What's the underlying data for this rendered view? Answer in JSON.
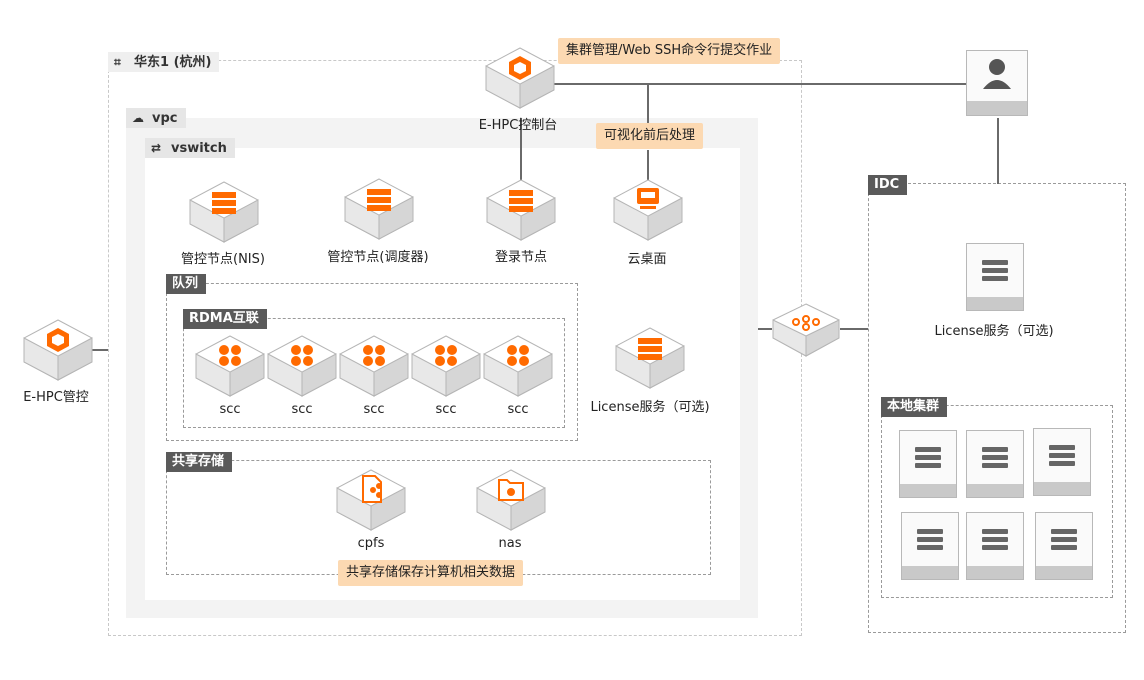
{
  "colors": {
    "accent": "#ff6a00",
    "tag_dark": "#5a5a5a",
    "note_bg": "#fcd9b2"
  },
  "region": {
    "label": "华东1 (杭州)",
    "icon": "region-icon"
  },
  "vpc": {
    "label": "vpc",
    "icon": "cloud-icon"
  },
  "vswitch": {
    "label": "vswitch",
    "icon": "switch-arrows-icon"
  },
  "queue": {
    "label": "队列"
  },
  "rdma": {
    "label": "RDMA互联"
  },
  "storage": {
    "label": "共享存储"
  },
  "idc": {
    "label": "IDC"
  },
  "local_cluster": {
    "label": "本地集群"
  },
  "nodes": {
    "console": "E-HPC控制台",
    "hpc_manage": "E-HPC管控",
    "nis": "管控节点(NIS)",
    "scheduler": "管控节点(调度器)",
    "login": "登录节点",
    "desktop": "云桌面",
    "license_cloud": "License服务（可选)",
    "license_idc": "License服务（可选)",
    "cpfs": "cpfs",
    "nas": "nas",
    "scc": [
      "scc",
      "scc",
      "scc",
      "scc",
      "scc"
    ]
  },
  "notes": {
    "cluster_mgmt": "集群管理/Web SSH命令行提交作业",
    "viz": "可视化前后处理",
    "storage_note": "共享存储保存计算机相关数据"
  }
}
